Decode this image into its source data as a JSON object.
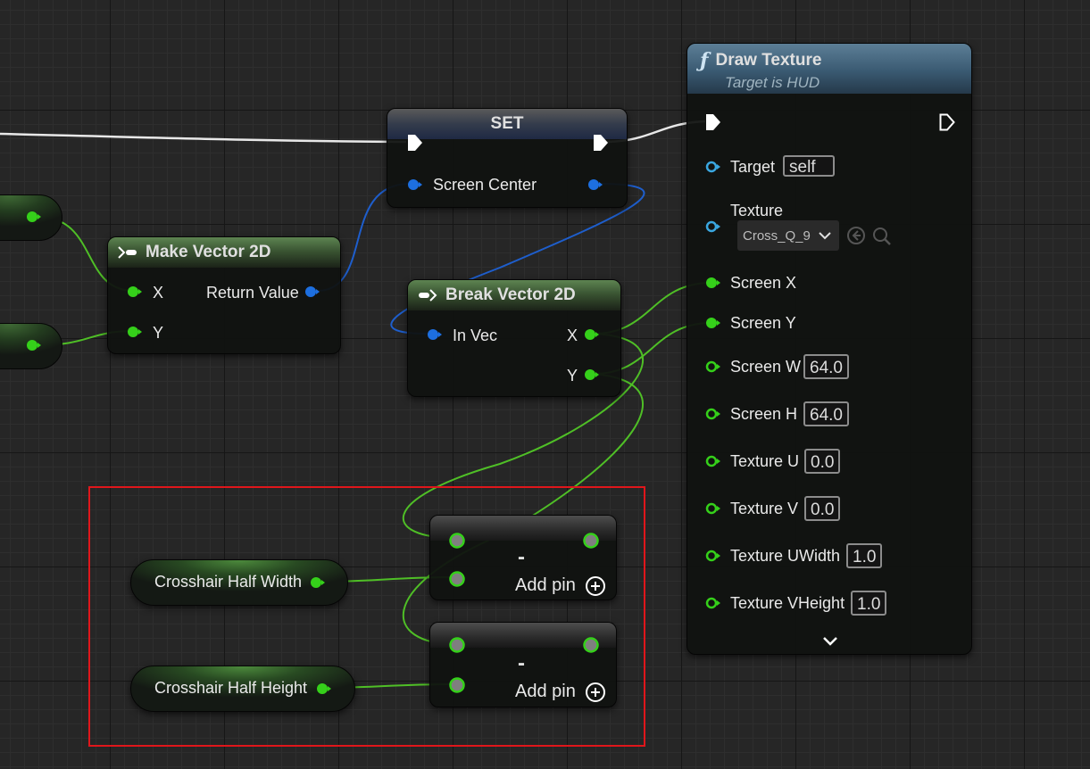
{
  "set_node": {
    "title": "SET",
    "pin_label": "Screen Center"
  },
  "make_vector": {
    "title": "Make Vector 2D",
    "pin_x": "X",
    "pin_y": "Y",
    "return_label": "Return Value"
  },
  "break_vector": {
    "title": "Break Vector 2D",
    "in_label": "In Vec",
    "out_x": "X",
    "out_y": "Y"
  },
  "draw_texture": {
    "title": "Draw Texture",
    "subtitle": "Target is HUD",
    "target_label": "Target",
    "target_value": "self",
    "texture_label": "Texture",
    "texture_value": "Cross_Q_9",
    "screen_x": "Screen X",
    "screen_y": "Screen Y",
    "screen_w": "Screen W",
    "screen_w_value": "64.0",
    "screen_h": "Screen H",
    "screen_h_value": "64.0",
    "texture_u": "Texture U",
    "texture_u_value": "0.0",
    "texture_v": "Texture V",
    "texture_v_value": "0.0",
    "texture_uwidth": "Texture UWidth",
    "texture_uwidth_value": "1.0",
    "texture_vheight": "Texture VHeight",
    "texture_vheight_value": "1.0"
  },
  "subtract_nodes": [
    {
      "symbol": "-",
      "add_pin": "Add pin"
    },
    {
      "symbol": "-",
      "add_pin": "Add pin"
    }
  ],
  "variables": {
    "half_width": "Crosshair Half Width",
    "half_height": "Crosshair Half Height"
  },
  "colors": {
    "float_pin": "#35d01a",
    "vector_pin": "#1d6fe0",
    "exec_pin": "#ffffff",
    "highlight": "#e0161b",
    "wire_float": "#4fbf26",
    "wire_vector": "#1e5ecc"
  },
  "icons": [
    "function-icon",
    "make-struct-icon",
    "break-struct-icon",
    "dropdown-chevron-icon",
    "browse-arrow-icon",
    "search-icon",
    "add-pin-icon",
    "expand-chevron-icon"
  ]
}
